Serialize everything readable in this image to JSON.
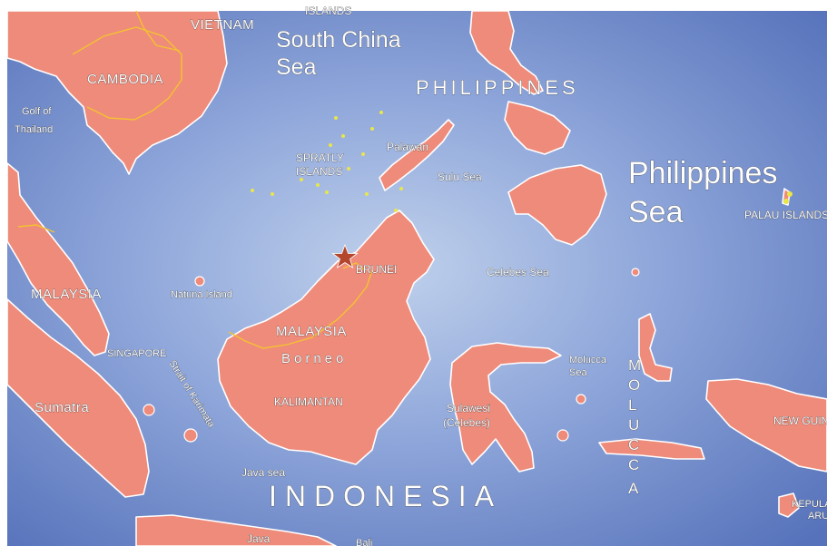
{
  "labels": {
    "vietnam": "VIETNAM",
    "islands_top": "ISLANDS",
    "south_china_sea_1": "South China",
    "south_china_sea_2": "Sea",
    "cambodia": "CAMBODIA",
    "gulf_of_thailand_1": "Golf of",
    "gulf_of_thailand_2": "Thailand",
    "philippines_country": "PHILIPPINES",
    "palawan": "Palawan",
    "spratly_1": "SPRATLY",
    "spratly_2": "ISLANDS",
    "sulu_sea": "Sulu Sea",
    "philippines_sea_1": "Philippines",
    "philippines_sea_2": "Sea",
    "palau": "PALAU ISLANDS",
    "brunei": "BRUNEI",
    "celebes_sea": "Celebes Sea",
    "malaysia_west": "MALAYSIA",
    "natuna": "Natuna Island",
    "malaysia_borneo": "MALAYSIA",
    "borneo": "Borneo",
    "singapore": "SINGAPORE",
    "strait_karimata": "Strait of Karimata",
    "kalimantan": "KALIMANTAN",
    "sumatra": "Sumatra",
    "sulawesi_1": "Sulawesi",
    "sulawesi_2": "(Celebes)",
    "molucca_sea_1": "Molucca",
    "molucca_sea_2": "Sea",
    "molucca_vertical": [
      "M",
      "O",
      "L",
      "U",
      "C",
      "C",
      "A"
    ],
    "new_guinea": "NEW GUINEA",
    "java_sea": "Java sea",
    "indonesia": "INDONESIA",
    "java": "Java",
    "bali": "Bali",
    "kepulauan_1": "KEPULA",
    "kepulauan_2": "ARU"
  },
  "colors": {
    "sea_center": "#b9cbe7",
    "sea_edge": "#5470b9",
    "land": "#ef8b7b",
    "coast": "#ffffff",
    "border": "#f3c231",
    "reef": "#e9e64a",
    "marker": "#b5462e"
  },
  "marker": {
    "icon": "star-icon"
  }
}
